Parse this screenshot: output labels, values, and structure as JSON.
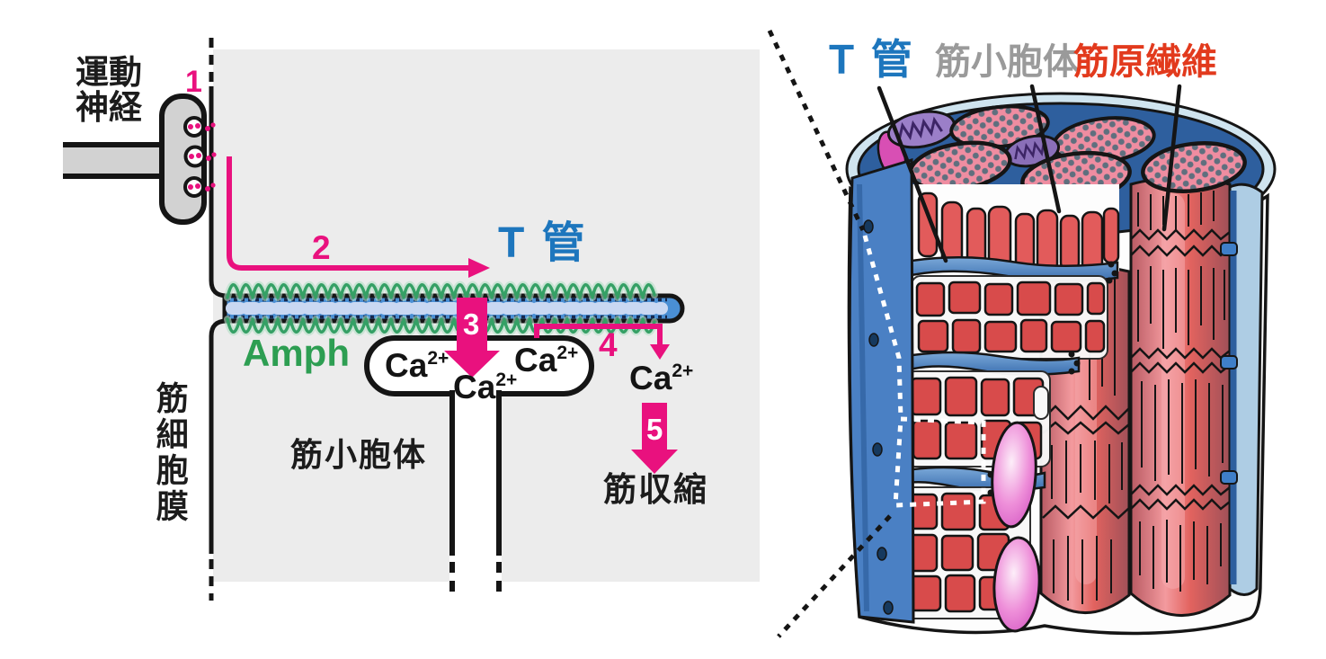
{
  "palette": {
    "step_pink": "#e9117e",
    "t_tubule_blue": "#1d76bd",
    "amph_green": "#2d9e52",
    "myofibril_label_red": "#e23a1d",
    "sr_label_gray": "#9a9a9a",
    "cell_background_gray": "#ececec",
    "tubule_fill_blue": "#4a8fd4",
    "nerve_gray": "#d2d2d2"
  },
  "left_panel": {
    "motor_nerve_label": "運動\n神経",
    "membrane_label": "筋細胞膜",
    "t_tubule_label": "T 管",
    "amph_label": "Amph",
    "sr_label": "筋小胞体",
    "contraction_label": "筋収縮",
    "ca_ion": {
      "base": "Ca",
      "sup": "2+"
    },
    "steps": {
      "s1": "1",
      "s2": "2",
      "s3": "3",
      "s4": "4",
      "s5": "5"
    }
  },
  "right_panel": {
    "t_tubule_label": "T 管",
    "sr_label": "筋小胞体",
    "myofibril_label": "筋原繊維"
  }
}
